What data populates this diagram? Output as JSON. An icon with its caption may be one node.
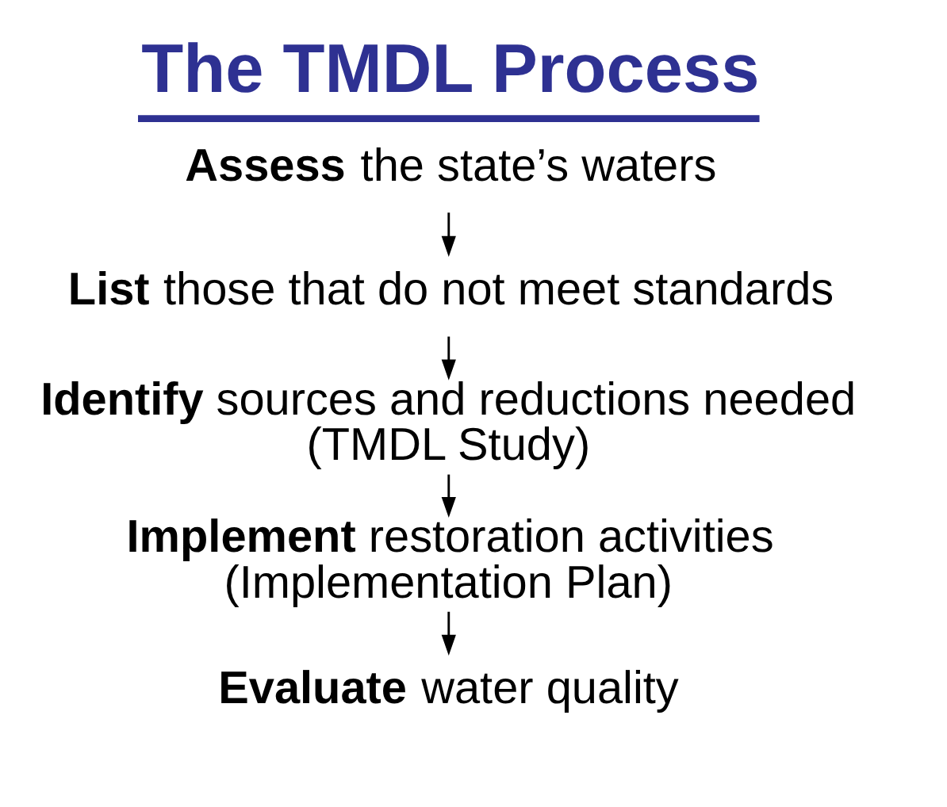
{
  "diagram": {
    "title": "The TMDL Process",
    "nodes": [
      {
        "text": [
          "**Assess** the state’s waters"
        ]
      },
      {
        "text": [
          "**List** those that do not meet standards"
        ]
      },
      {
        "text": [
          "**Identify** sources and reductions needed",
          "(TMDL Study)"
        ]
      },
      {
        "text": [
          "**Implement** restoration activities",
          "(Implementation Plan)"
        ]
      },
      {
        "text": [
          "**Evaluate** water quality"
        ]
      }
    ],
    "edges": [
      {
        "from": 0,
        "to": 1,
        "arrow": "to"
      },
      {
        "from": 1,
        "to": 2,
        "arrow": "to"
      },
      {
        "from": 2,
        "to": 3,
        "arrow": "to"
      },
      {
        "from": 3,
        "to": 4,
        "arrow": "to"
      }
    ]
  }
}
